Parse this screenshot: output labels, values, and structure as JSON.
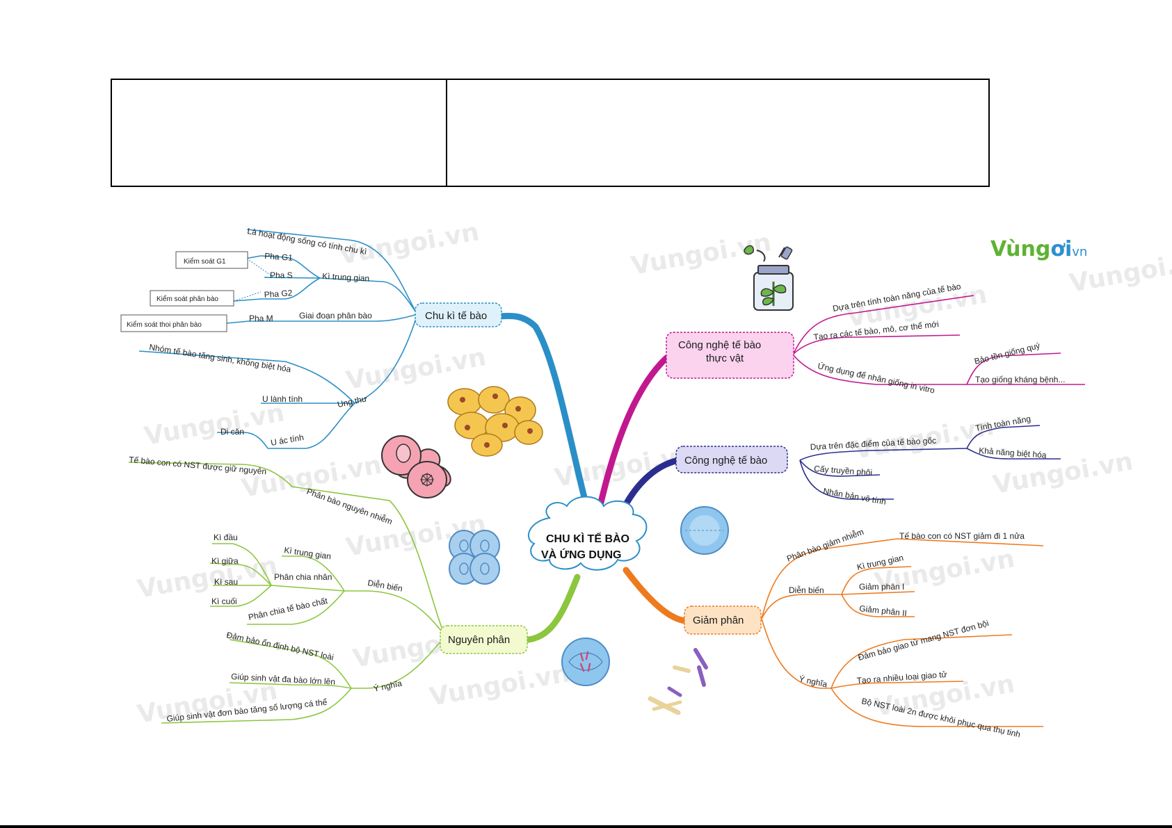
{
  "logo": {
    "part1": "Vùng",
    "part2": "ơi",
    "suffix": "vn"
  },
  "watermark": "Vungoi.vn",
  "center": {
    "line1": "CHU KÌ TẾ BÀO",
    "line2": "VÀ ỨNG DỤNG"
  },
  "chu_ki": {
    "title": "Chu kì tế bào",
    "la_hoat_dong": "Là hoạt động sống có tính chu kì",
    "ki_trung_gian": "Kì trung gian",
    "pha_g1": "Pha G1",
    "pha_s": "Pha S",
    "pha_g2": "Pha G2",
    "kiem_soat_g1": "Kiểm soát G1",
    "kiem_soat_phan_bao": "Kiểm soát phân bào",
    "giai_doan_phan_bao": "Giai đoạn phân bào",
    "pha_m": "Pha M",
    "kiem_soat_thoi_phan_bao": "Kiểm soát thoi phân bào",
    "ung_thu": "Ung thư",
    "nhom_te_bao": "Nhóm tế bào tăng sinh, không biệt hóa",
    "u_lanh_tinh": "U lành tính",
    "u_ac_tinh": "U ác tính",
    "di_can": "Di căn"
  },
  "nguyen_phan": {
    "title": "Nguyên phân",
    "phan_bao_nguyen_nhiem": "Phân bào nguyên nhiễm",
    "te_bao_con": "Tế bào con có NST được giữ nguyên",
    "dien_bien": "Diễn biến",
    "ki_trung_gian": "Kì trung gian",
    "phan_chia_nhan": "Phân chia nhân",
    "phan_chia_te_bao_chat": "Phân chia tế bào chất",
    "ki_dau": "Kì đầu",
    "ki_giua": "Kì giữa",
    "ki_sau": "Kì sau",
    "ki_cuoi": "Kì cuối",
    "y_nghia": "Ý nghĩa",
    "dam_bao_on_dinh": "Đảm bảo ổn định bộ NST loài",
    "giup_da_bao": "Giúp sinh vật đa bào lớn lên",
    "giup_don_bao": "Giúp sinh vật đơn bào tăng số lượng cá thể"
  },
  "cn_thuc_vat": {
    "title_line1": "Công nghệ tế bào",
    "title_line2": "thực vật",
    "dua_tren_toan_nang": "Dựa trên tính toàn năng của tế bào",
    "tao_ra": "Tạo ra các tế bào, mô, cơ thể mới",
    "ung_dung": "Ứng dụng để nhân giống in vitro",
    "bao_ton": "Bảo tồn giống quý",
    "tao_giong": "Tạo giống kháng bệnh..."
  },
  "cn_te_bao": {
    "title": "Công nghệ tế bào",
    "dua_tren_goc": "Dựa trên đặc điểm của tế bào gốc",
    "tinh_toan_nang": "Tính toàn năng",
    "kha_nang": "Khả năng biệt hóa",
    "cay_truyen_phoi": "Cấy truyền phôi",
    "nhan_ban": "Nhân bản vô tính"
  },
  "giam_phan": {
    "title": "Giảm phân",
    "phan_bao_giam_nhiem": "Phân bào giảm nhiễm",
    "te_bao_con": "Tế bào con có NST giảm đi 1 nửa",
    "dien_bien": "Diễn biến",
    "ki_trung_gian": "Kì trung gian",
    "giam_phan_1": "Giảm phân I",
    "giam_phan_2": "Giảm phân II",
    "y_nghia": "Ý nghĩa",
    "dam_bao_giao_tu": "Đảm bảo giao tử mang NST đơn bội",
    "tao_ra_nhieu": "Tạo ra nhiều loại giao tử",
    "bo_nst": "Bộ NST loài 2n được khôi phục qua thụ tinh"
  },
  "colors": {
    "chu_ki": "#2a8fc7",
    "nguyen_phan": "#8cc63f",
    "cn_thuc_vat": "#c2188f",
    "cn_te_bao": "#2b2e8f",
    "giam_phan": "#ee7a1e",
    "node_chu_ki_fill": "#dff2fb",
    "node_np_fill": "#f3fad0",
    "node_tv_fill": "#fbd3ef",
    "node_tb_fill": "#dcd9f5",
    "node_gp_fill": "#fde3c4"
  }
}
